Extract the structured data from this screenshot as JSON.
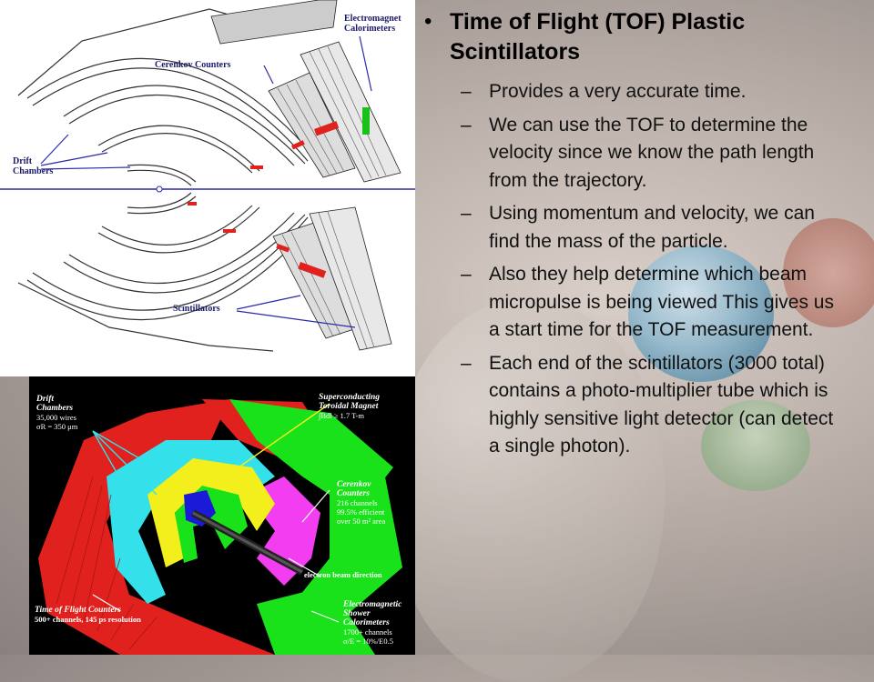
{
  "slide": {
    "bullet_title": "Time of Flight (TOF) Plastic Scintillators",
    "sub_bullets": [
      "Provides a very accurate time.",
      "We can use the TOF to determine the velocity since we know the path length from the trajectory.",
      "Using momentum and velocity, we can find the mass of the particle.",
      "Also they help determine which beam micropulse is being viewed This gives us a start time for the TOF measurement.",
      "Each end of the scintillators (3000 total) contains a photo-multiplier tube which is highly sensitive light detector (can detect a single photon)."
    ],
    "dash": "–",
    "bullet_glyph": "•"
  },
  "schematic": {
    "labels": {
      "electromagnet_calorimeters_1": "Electromagnet",
      "electromagnet_calorimeters_2": "Calorimeters",
      "cerenkov": "Cerenkov Counters",
      "drift_1": "Drift",
      "drift_2": "Chambers",
      "scintillators": "Scintillators"
    }
  },
  "detector3d": {
    "drift": {
      "title_1": "Drift",
      "title_2": "Chambers",
      "line1": "35,000 wires",
      "line2": "σR = 350 μm"
    },
    "magnet": {
      "title_1": "Superconducting",
      "title_2": "Toroidal Magnet",
      "line1": "∫Bdl ≥ 1.7 T-m"
    },
    "cerenkov": {
      "title_1": "Cerenkov",
      "title_2": "Counters",
      "line1": "216 channels",
      "line2": "99.5% efficient",
      "line3": "over 50 m² area"
    },
    "beam": "electron beam direction",
    "tof": {
      "title": "Time of Flight Counters",
      "line1": "500+ channels, 145 ps resolution"
    },
    "shower": {
      "title_1": "Electromagnetic",
      "title_2": "Shower",
      "title_3": "Calorimeters",
      "line1": "1700+ channels",
      "line2": "σ/E = 10%/E0.5"
    }
  },
  "colors": {
    "red": "#e0211d",
    "green": "#19e21a",
    "cyan": "#34e0ea",
    "yellow": "#f2ef1c",
    "magenta": "#f23ef0",
    "blue": "#1a1ad8"
  }
}
